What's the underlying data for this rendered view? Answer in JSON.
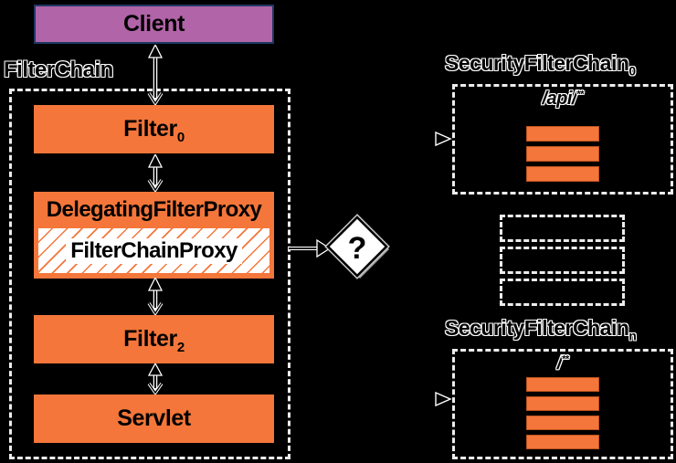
{
  "diagram": {
    "filter_chain_label": "FilterChain",
    "boxes": {
      "client": "Client",
      "filter_base": "Filter",
      "filter0_sub": "0",
      "delegating_filter_proxy": "DelegatingFilterProxy",
      "filter_chain_proxy": "FilterChainProxy",
      "filter2_sub": "2",
      "servlet": "Servlet"
    },
    "decision": {
      "question": "?"
    },
    "chain0": {
      "title_base": "SecurityFilterChain",
      "title_sub": "0",
      "path_base": "/api/",
      "path_sup": "**",
      "bars": [
        "filter",
        "filter",
        "filter"
      ]
    },
    "chainN": {
      "title_base": "SecurityFilterChain",
      "title_sub": "n",
      "path_base": "/",
      "path_sup": "**",
      "bars": [
        "filter",
        "filter",
        "filter",
        "filter"
      ]
    },
    "middle": {
      "placeholders": [
        "chain",
        "chain",
        "chain"
      ]
    },
    "colors": {
      "background": "#000000",
      "box_orange": "#F4763A",
      "bar_border_orange": "#BE531E",
      "client_purple": "#B164A7",
      "client_border_navy": "#1F3864",
      "shadow_gray": "#ADADAD",
      "shadow_light_gray": "#E2E2E2",
      "dashed_white": "#EDEDED"
    }
  }
}
